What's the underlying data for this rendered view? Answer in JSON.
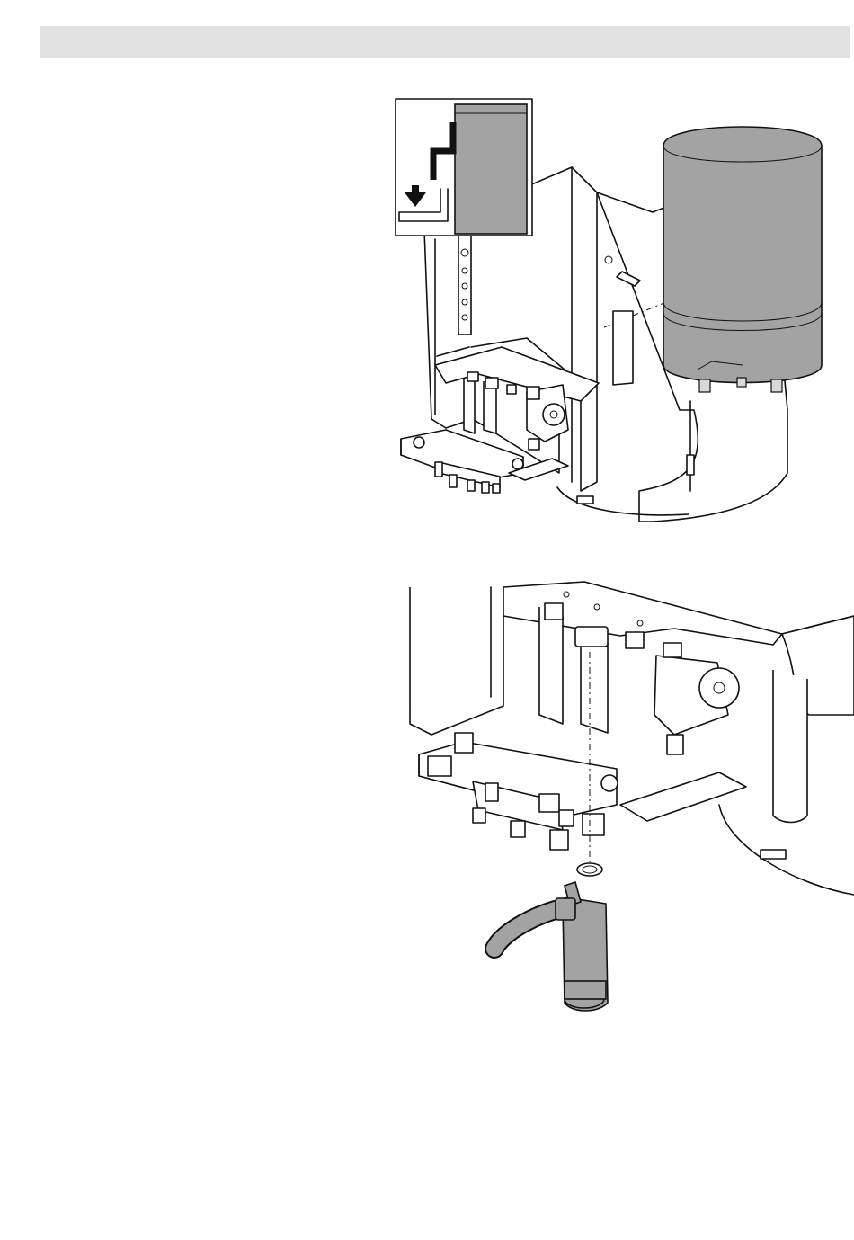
{
  "header": {
    "text": ""
  },
  "figures": [
    {
      "id": "figure-1",
      "icon": "expansion-vessel-removal-illustration"
    },
    {
      "id": "figure-2",
      "icon": "hose-connection-illustration"
    }
  ],
  "colors": {
    "header_bar": "#e1e1e1",
    "part_gray": "#a3a3a3",
    "line": "#111111"
  }
}
